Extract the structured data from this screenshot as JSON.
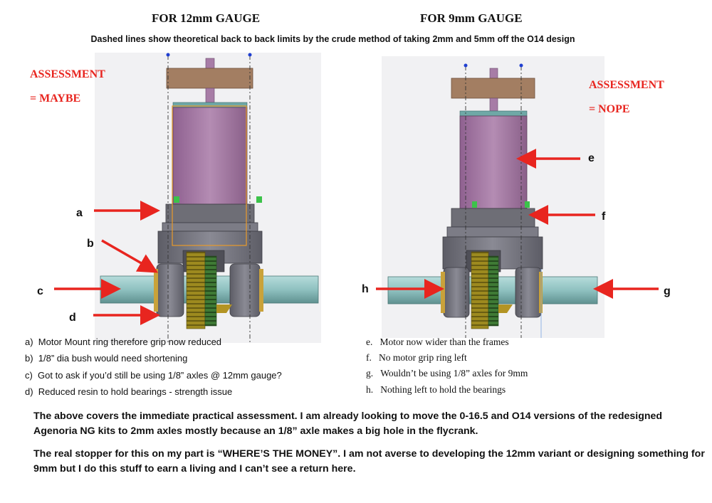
{
  "left_title": "FOR 12mm GAUGE",
  "right_title": "FOR 9mm GAUGE",
  "subtitle": "Dashed lines show theoretical back to back limits by the crude method of taking 2mm and 5mm off the O14 design",
  "left_assessment": {
    "heading": "ASSESSMENT",
    "verdict": "= MAYBE"
  },
  "right_assessment": {
    "heading": "ASSESSMENT",
    "verdict": "= NOPE"
  },
  "left_callouts": {
    "a": "a",
    "b": "b",
    "c": "c",
    "d": "d"
  },
  "right_callouts": {
    "e": "e",
    "f": "f",
    "g": "g",
    "h": "h"
  },
  "left_notes": [
    "a)  Motor Mount ring therefore grip now reduced",
    "b)  1/8” dia bush would need shortening",
    "c)  Got to ask if you’d still be using 1/8” axles @ 12mm gauge?",
    "d)  Reduced resin to hold bearings - strength issue"
  ],
  "right_notes": [
    "e.   Motor now wider than the frames",
    "f.   No motor grip ring left",
    "g.   Wouldn’t be using 1/8” axles for 9mm",
    "h.   Nothing left to hold the bearings"
  ],
  "paragraph1": "The above covers the immediate practical assessment. I am already looking to move the 0-16.5 and O14 versions of the redesigned Agenoria NG kits to 2mm axles mostly because an 1/8” axle makes a big hole in the flycrank.",
  "paragraph2": "The real stopper for this on my part is “WHERE’S THE MONEY”.  I am not averse to developing the 12mm variant or designing something for 9mm but I do this stuff to earn a living and I can’t see a return here.",
  "colors": {
    "arrow": "#e8251f",
    "motor": "#a77ca6",
    "flywheel": "#a37e62",
    "axle": "#8fc1c0",
    "housing": "#6b6b73",
    "gear": "#9d8a1f",
    "panel": "#f1f1f3"
  }
}
